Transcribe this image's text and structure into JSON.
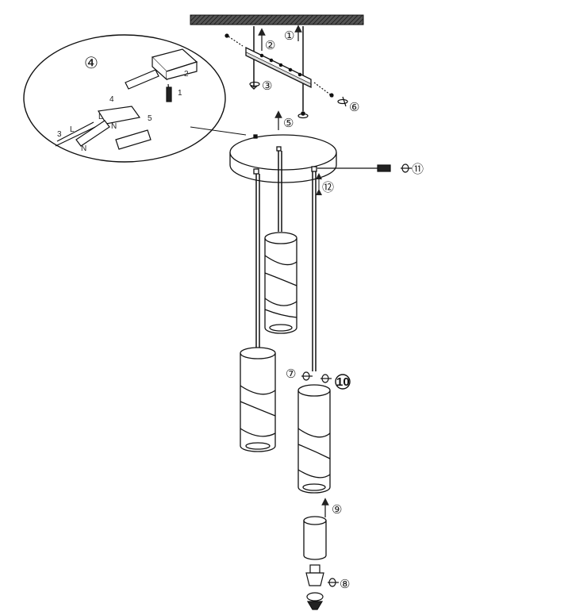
{
  "steps": {
    "s1": "①",
    "s2": "②",
    "s3": "③",
    "s4": "④",
    "s5": "⑤",
    "s6": "⑥",
    "s7": "⑦",
    "s8": "⑧",
    "s9": "⑨",
    "s10": "10",
    "s11": "⑪",
    "s12": "⑫"
  },
  "detail": {
    "num1": "1",
    "num2": "2",
    "num3": "3",
    "num4": "4",
    "num5": "5",
    "live": "L",
    "neutral": "N",
    "terminal_l": "L",
    "terminal_n": "N"
  },
  "icons": {
    "ceiling": "ceiling-hatch-icon",
    "rotate": "rotate-arrow-icon",
    "screwdriver": "screwdriver-icon",
    "bulb": "gu10-bulb-icon"
  }
}
